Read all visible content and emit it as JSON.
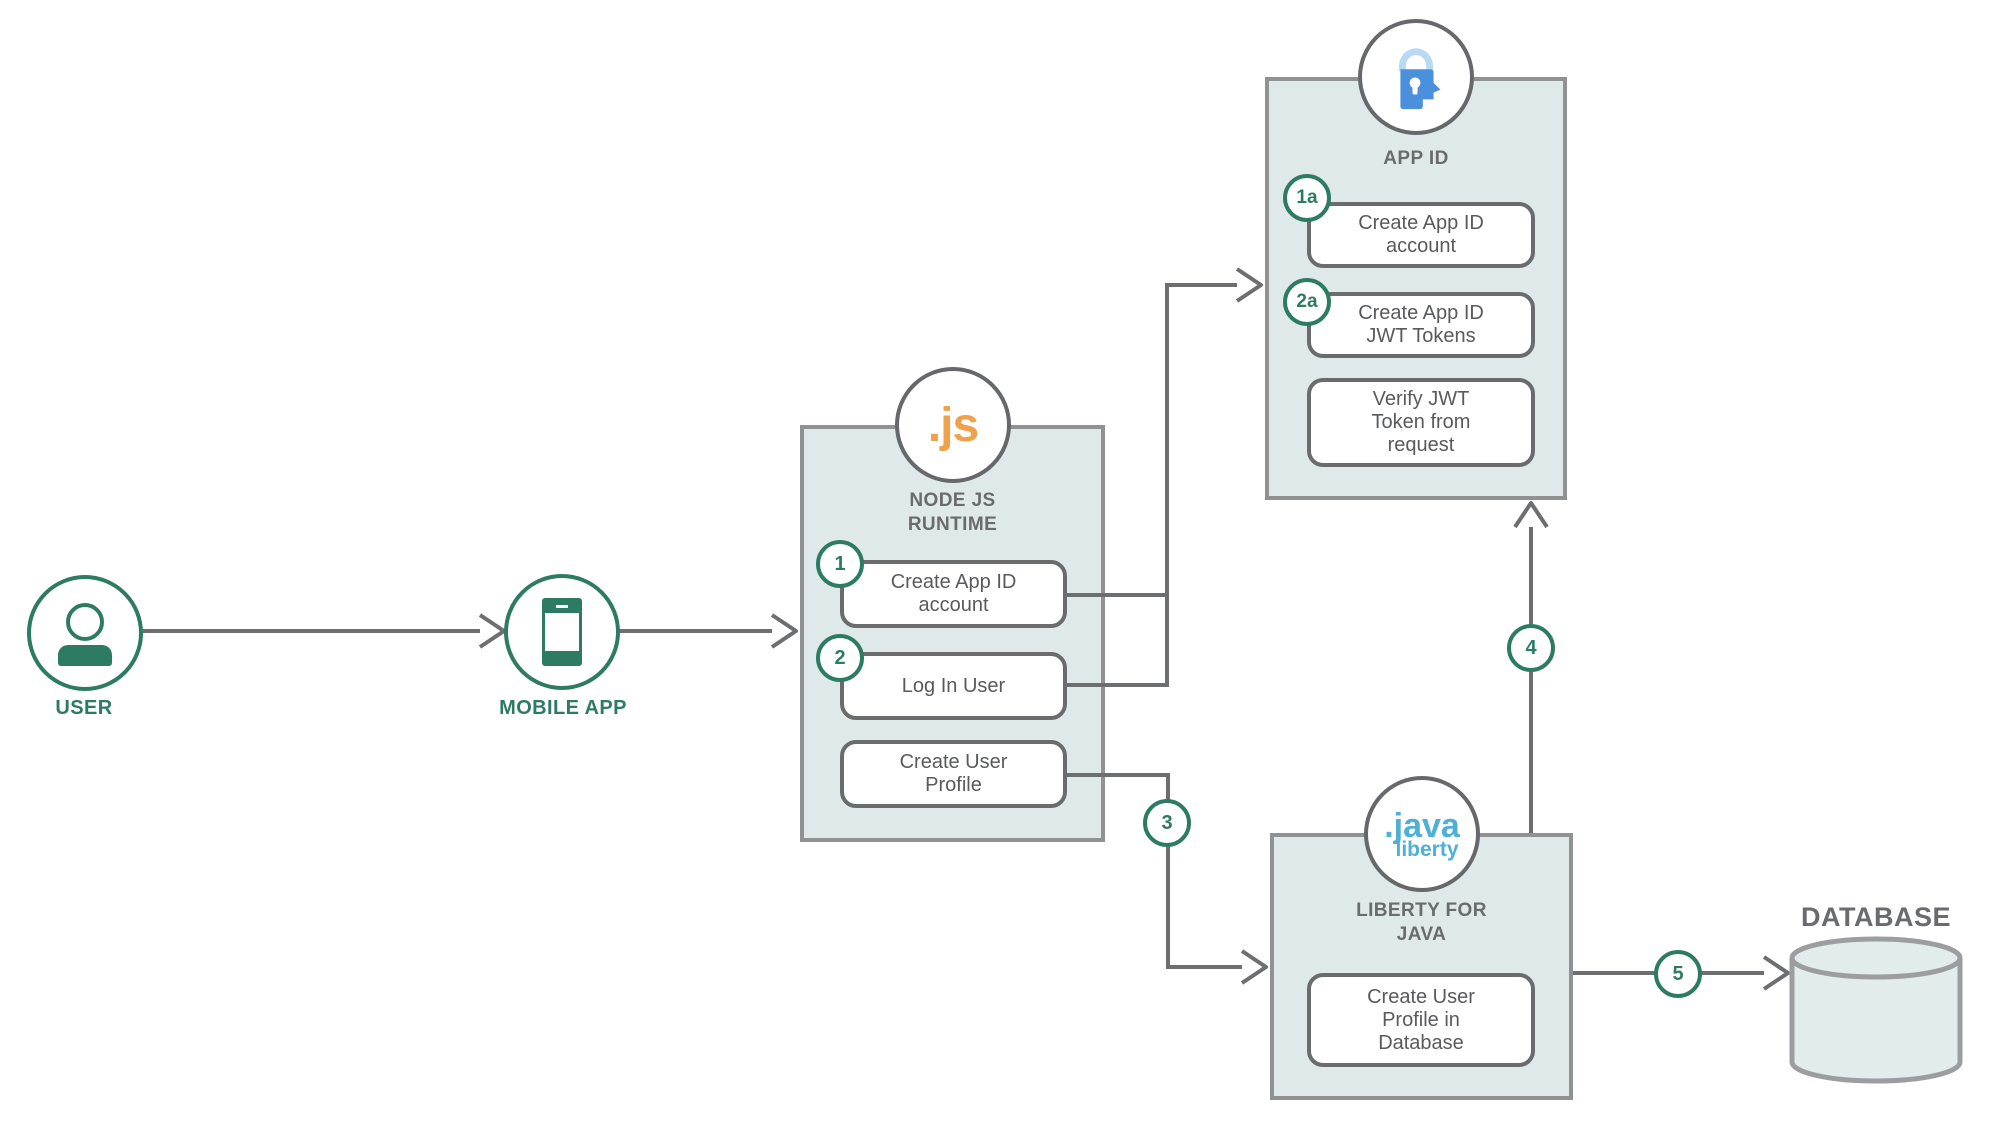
{
  "colors": {
    "teal": "#2E7B64",
    "connector_gray": "#6D6E70",
    "section_fill": "#DFE9E9",
    "section_border": "#8F9193",
    "task_text": "#595A5C",
    "title_text": "#6A6B6E",
    "nodejs_orange": "#F0A14B",
    "java_blue": "#4FB0D6",
    "appid_blue": "#4A90DD",
    "appid_blue_light": "#B9D9F5",
    "db_border": "#9B9DA0",
    "db_fill": "#E3ECEC"
  },
  "user": {
    "label": "USER"
  },
  "mobile": {
    "label": "MOBILE APP"
  },
  "nodejs": {
    "logo": ".js",
    "title": "NODE JS\nRUNTIME",
    "steps": [
      {
        "badge": "1",
        "label": "Create App ID\naccount"
      },
      {
        "badge": "2",
        "label": "Log In User"
      },
      {
        "label": "Create User\nProfile"
      }
    ]
  },
  "appid": {
    "title": "APP ID",
    "steps": [
      {
        "badge": "1a",
        "label": "Create App ID\naccount"
      },
      {
        "badge": "2a",
        "label": "Create App ID\nJWT Tokens"
      },
      {
        "label": "Verify JWT\nToken from\nrequest"
      }
    ]
  },
  "liberty": {
    "logo_line1": ".java",
    "logo_line2": "liberty",
    "title": "LIBERTY FOR\nJAVA",
    "steps": [
      {
        "label": "Create User\nProfile in\nDatabase"
      }
    ]
  },
  "database": {
    "label": "DATABASE"
  },
  "flow_badges": {
    "step3": "3",
    "step4": "4",
    "step5": "5"
  }
}
